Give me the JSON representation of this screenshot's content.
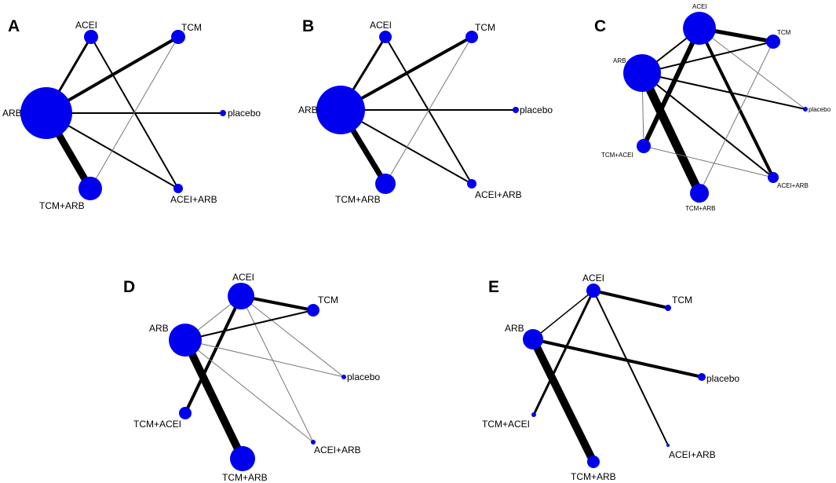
{
  "panels": [
    {
      "id": "A",
      "letter": "A",
      "nodes": [
        {
          "id": "ACEI",
          "label": "ACEI"
        },
        {
          "id": "TCM",
          "label": "TCM"
        },
        {
          "id": "ARB",
          "label": "ARB"
        },
        {
          "id": "placebo",
          "label": "placebo"
        },
        {
          "id": "TCM+ARB",
          "label": "TCM+ARB"
        },
        {
          "id": "ACEI+ARB",
          "label": "ACEI+ARB"
        }
      ],
      "edges": [
        [
          "ARB",
          "ACEI"
        ],
        [
          "ARB",
          "TCM"
        ],
        [
          "ARB",
          "placebo"
        ],
        [
          "ARB",
          "TCM+ARB"
        ],
        [
          "ARB",
          "ACEI+ARB"
        ],
        [
          "ACEI",
          "ACEI+ARB"
        ],
        [
          "TCM",
          "TCM+ARB"
        ]
      ]
    },
    {
      "id": "B",
      "letter": "B",
      "nodes": [
        {
          "id": "ACEI",
          "label": "ACEI"
        },
        {
          "id": "TCM",
          "label": "TCM"
        },
        {
          "id": "ARB",
          "label": "ARB"
        },
        {
          "id": "placebo",
          "label": "placebo"
        },
        {
          "id": "TCM+ARB",
          "label": "TCM+ARB"
        },
        {
          "id": "ACEI+ARB",
          "label": "ACEI+ARB"
        }
      ],
      "edges": [
        [
          "ARB",
          "ACEI"
        ],
        [
          "ARB",
          "TCM"
        ],
        [
          "ARB",
          "placebo"
        ],
        [
          "ARB",
          "TCM+ARB"
        ],
        [
          "ARB",
          "ACEI+ARB"
        ],
        [
          "ACEI",
          "ACEI+ARB"
        ],
        [
          "TCM",
          "TCM+ARB"
        ]
      ]
    },
    {
      "id": "C",
      "letter": "C",
      "nodes": [
        {
          "id": "ACEI",
          "label": "ACEI"
        },
        {
          "id": "TCM",
          "label": "TCM"
        },
        {
          "id": "ARB",
          "label": "ARB"
        },
        {
          "id": "placebo",
          "label": "placebo"
        },
        {
          "id": "TCM+ACEI",
          "label": "TCM+ACEI"
        },
        {
          "id": "ACEI+ARB",
          "label": "ACEI+ARB"
        },
        {
          "id": "TCM+ARB",
          "label": "TCM+ARB"
        }
      ],
      "edges": [
        [
          "ACEI",
          "TCM"
        ],
        [
          "ACEI",
          "ARB"
        ],
        [
          "ACEI",
          "TCM+ACEI"
        ],
        [
          "ACEI",
          "ACEI+ARB"
        ],
        [
          "ACEI",
          "placebo"
        ],
        [
          "ARB",
          "TCM"
        ],
        [
          "ARB",
          "placebo"
        ],
        [
          "ARB",
          "TCM+ARB"
        ],
        [
          "ARB",
          "ACEI+ARB"
        ],
        [
          "ARB",
          "TCM+ACEI"
        ],
        [
          "TCM+ACEI",
          "ACEI+ARB"
        ],
        [
          "TCM",
          "TCM+ARB"
        ]
      ]
    },
    {
      "id": "D",
      "letter": "D",
      "nodes": [
        {
          "id": "ACEI",
          "label": "ACEI"
        },
        {
          "id": "TCM",
          "label": "TCM"
        },
        {
          "id": "ARB",
          "label": "ARB"
        },
        {
          "id": "placebo",
          "label": "placebo"
        },
        {
          "id": "TCM+ACEI",
          "label": "TCM+ACEI"
        },
        {
          "id": "ACEI+ARB",
          "label": "ACEI+ARB"
        },
        {
          "id": "TCM+ARB",
          "label": "TCM+ARB"
        }
      ],
      "edges": [
        [
          "ACEI",
          "TCM"
        ],
        [
          "ACEI",
          "ARB"
        ],
        [
          "ACEI",
          "TCM+ACEI"
        ],
        [
          "ACEI",
          "placebo"
        ],
        [
          "ACEI",
          "ACEI+ARB"
        ],
        [
          "ARB",
          "TCM"
        ],
        [
          "ARB",
          "placebo"
        ],
        [
          "ARB",
          "TCM+ARB"
        ],
        [
          "ARB",
          "ACEI+ARB"
        ]
      ]
    },
    {
      "id": "E",
      "letter": "E",
      "nodes": [
        {
          "id": "ACEI",
          "label": "ACEI"
        },
        {
          "id": "TCM",
          "label": "TCM"
        },
        {
          "id": "ARB",
          "label": "ARB"
        },
        {
          "id": "placebo",
          "label": "placebo"
        },
        {
          "id": "TCM+ACEI",
          "label": "TCM+ACEI"
        },
        {
          "id": "ACEI+ARB",
          "label": "ACEI+ARB"
        },
        {
          "id": "TCM+ARB",
          "label": "TCM+ARB"
        }
      ],
      "edges": [
        [
          "ACEI",
          "TCM"
        ],
        [
          "ACEI",
          "ARB"
        ],
        [
          "ACEI",
          "TCM+ACEI"
        ],
        [
          "ACEI",
          "ACEI+ARB"
        ],
        [
          "ARB",
          "placebo"
        ],
        [
          "ARB",
          "TCM+ARB"
        ]
      ]
    }
  ],
  "colors": {
    "node": "#0000ee",
    "edge": "#000000",
    "thin_edge": "#777777"
  }
}
